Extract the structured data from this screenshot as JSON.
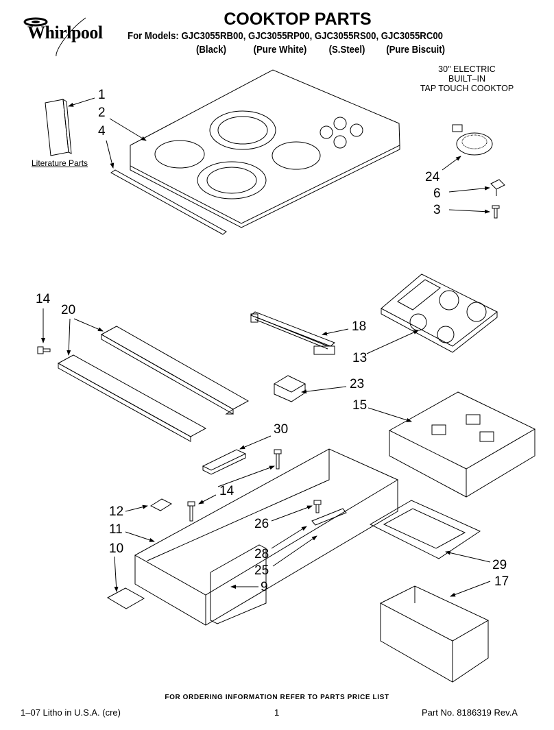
{
  "header": {
    "brand": "Whirlpool",
    "title": "COOKTOP PARTS",
    "models_line": "For Models: GJC3055RB00, GJC3055RP00, GJC3055RS00, GJC3055RC00",
    "finishes": [
      "(Black)",
      "(Pure White)",
      "(S.Steel)",
      "(Pure Biscuit)"
    ],
    "product_lines": [
      "30\" ELECTRIC",
      "BUILT–IN",
      "TAP TOUCH COOKTOP"
    ]
  },
  "diagram": {
    "literature_label": "Literature Parts",
    "callouts": [
      "1",
      "2",
      "4",
      "24",
      "6",
      "3",
      "14",
      "20",
      "18",
      "13",
      "23",
      "15",
      "30",
      "14",
      "12",
      "11",
      "10",
      "26",
      "28",
      "25",
      "9",
      "29",
      "17"
    ]
  },
  "footer": {
    "ordering": "FOR ORDERING INFORMATION REFER TO PARTS PRICE LIST",
    "litho": "1–07 Litho in U.S.A. (cre)",
    "page": "1",
    "part_no": "Part No. 8186319 Rev.A"
  }
}
